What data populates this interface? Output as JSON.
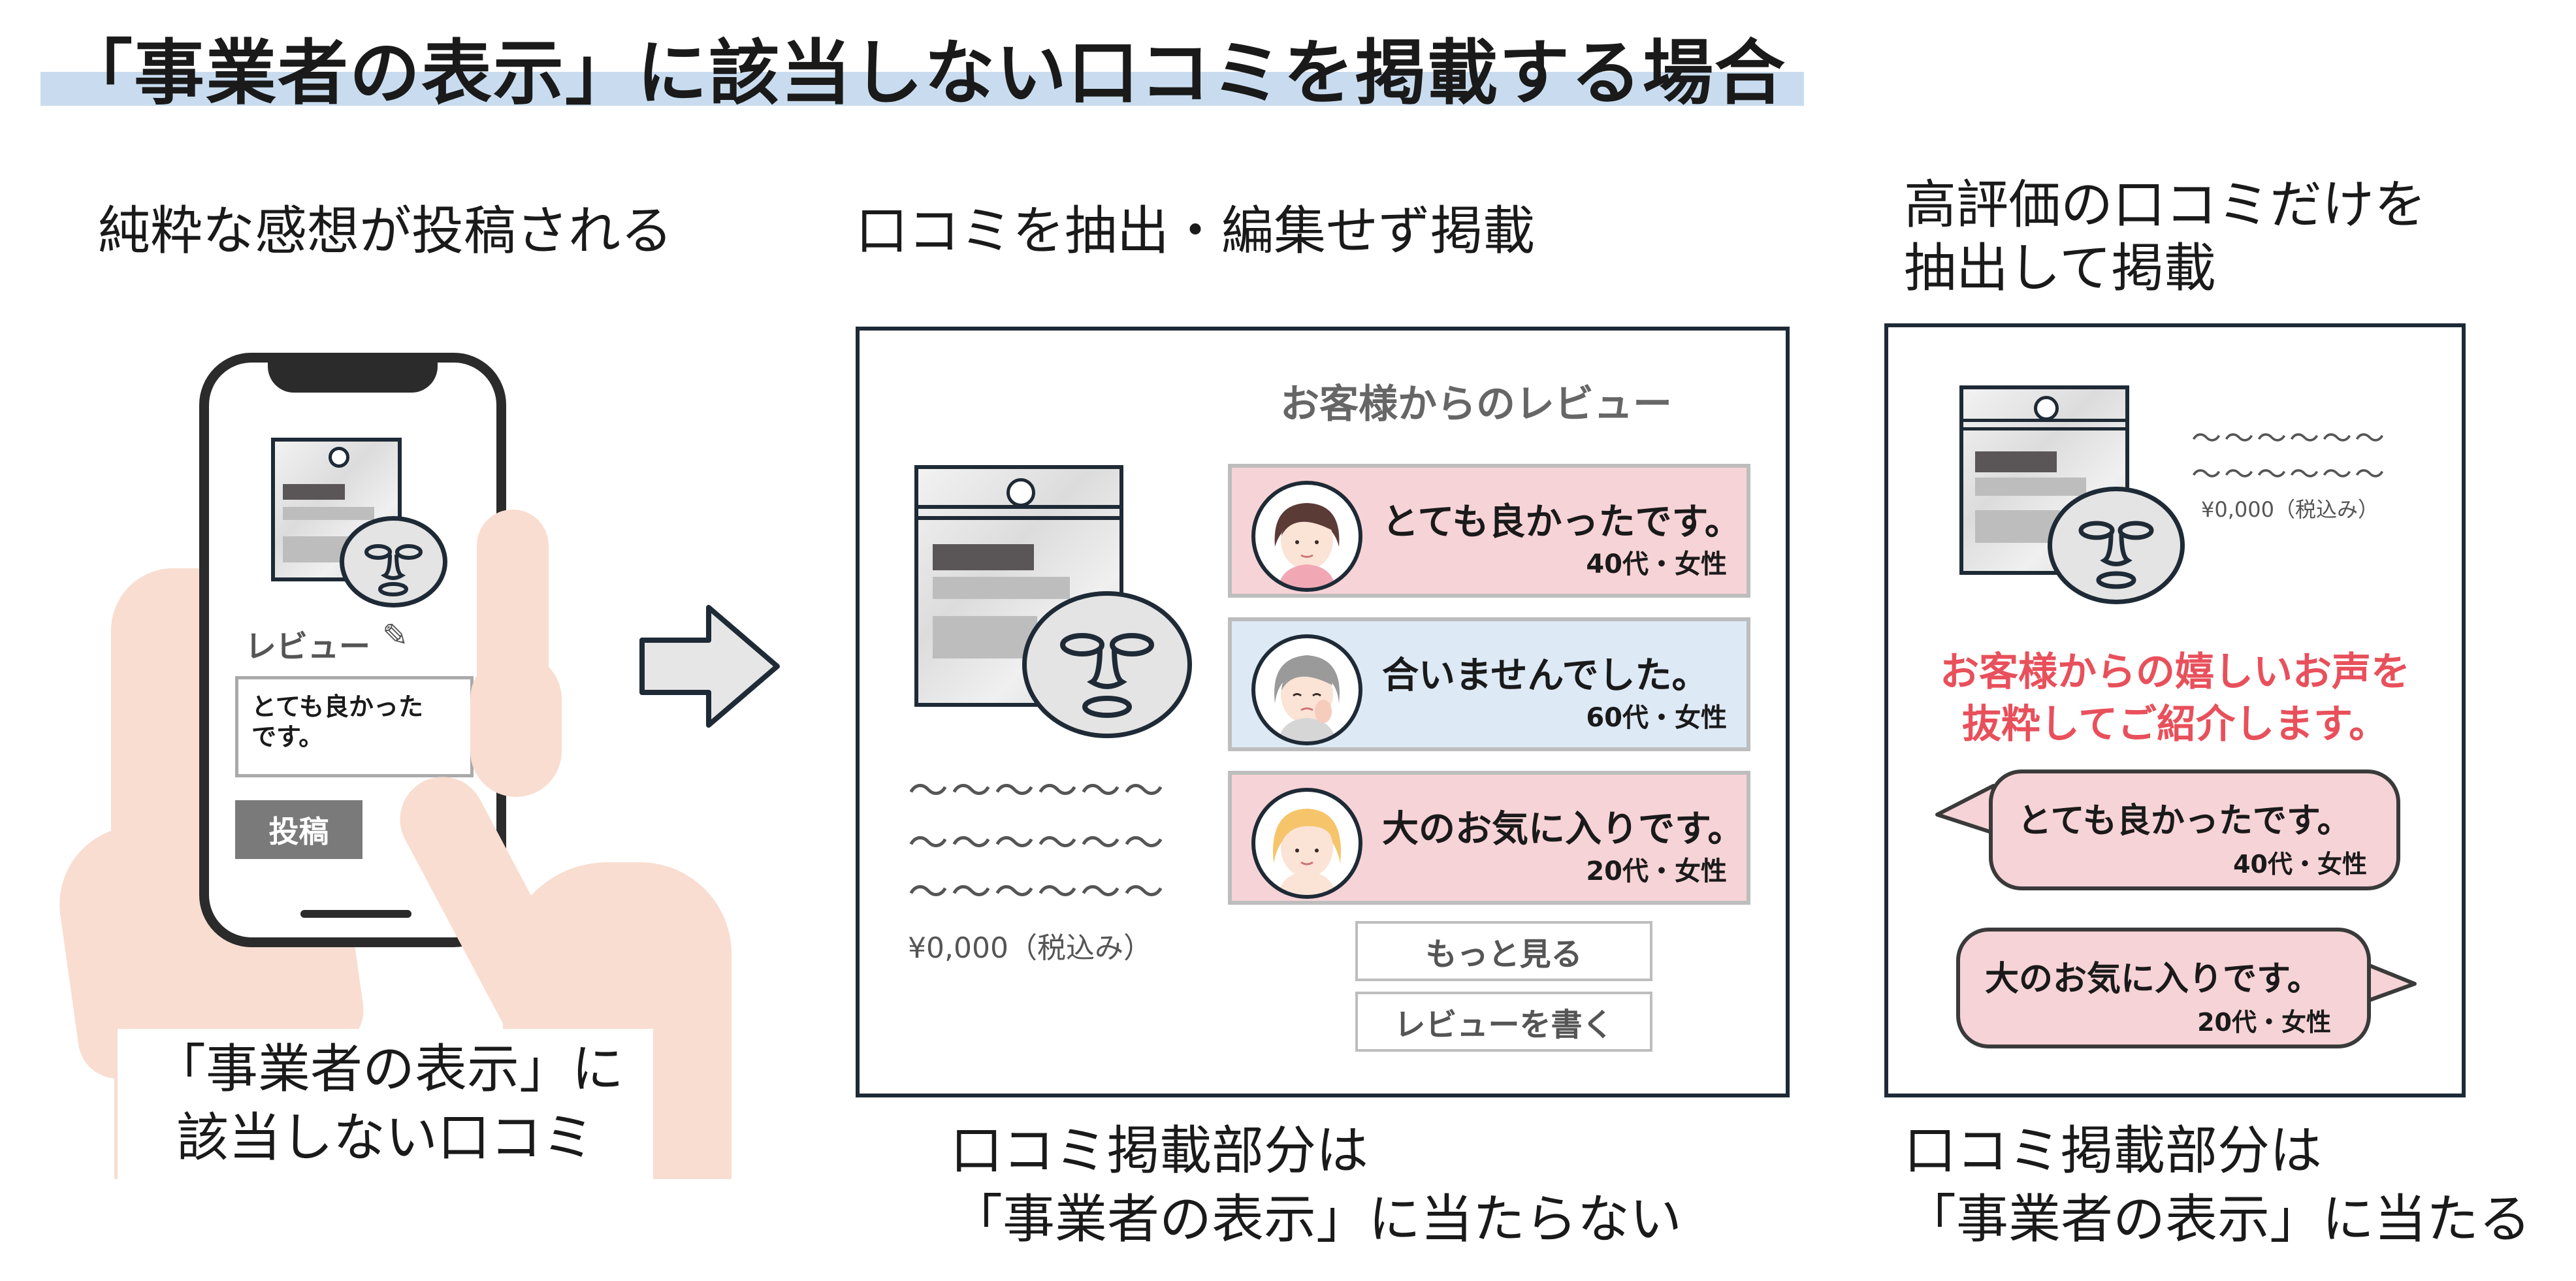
{
  "title": "「事業者の表示」に該当しない口コミを掲載する場合",
  "panel1": {
    "heading": "純粋な感想が投稿される",
    "phone": {
      "review_label": "レビュー",
      "review_text_line1": "とても良かった",
      "review_text_line2": "です。",
      "post_button": "投稿"
    },
    "caption_line1": "「事業者の表示」に",
    "caption_line2": "該当しない口コミ"
  },
  "panel2": {
    "heading": "口コミを抽出・編集せず掲載",
    "section_title": "お客様からのレビュー",
    "reviews": [
      {
        "text": "とても良かったです。",
        "meta": "40代・女性",
        "bg": "#f6d3d6"
      },
      {
        "text": "合いませんでした。",
        "meta": "60代・女性",
        "bg": "#dde9f5"
      },
      {
        "text": "大のお気に入りです。",
        "meta": "20代・女性",
        "bg": "#f6d3d6"
      }
    ],
    "wavy": [
      "～～～～～～",
      "～～～～～～",
      "～～～～～～"
    ],
    "price": "¥0,000（税込み）",
    "more_button": "もっと見る",
    "write_button": "レビューを書く",
    "caption_line1": "口コミ掲載部分は",
    "caption_line2": "「事業者の表示」に当たらない"
  },
  "panel3": {
    "heading_line1": "高評価の口コミだけを",
    "heading_line2": "抽出して掲載",
    "wavy": [
      "～～～～～～",
      "～～～～～～"
    ],
    "price": "¥0,000（税込み）",
    "promo_line1": "お客様からの嬉しいお声を",
    "promo_line2": "抜粋してご紹介します。",
    "promo_color": "#e8505b",
    "bubbles": [
      {
        "text": "とても良かったです。",
        "meta": "40代・女性"
      },
      {
        "text": "大のお気に入りです。",
        "meta": "20代・女性"
      }
    ],
    "caption_line1": "口コミ掲載部分は",
    "caption_line2": "「事業者の表示」に当たる"
  },
  "colors": {
    "title_highlight": "#c9dcef",
    "frame": "#1e2a36",
    "skin": "#f9ddd0"
  }
}
